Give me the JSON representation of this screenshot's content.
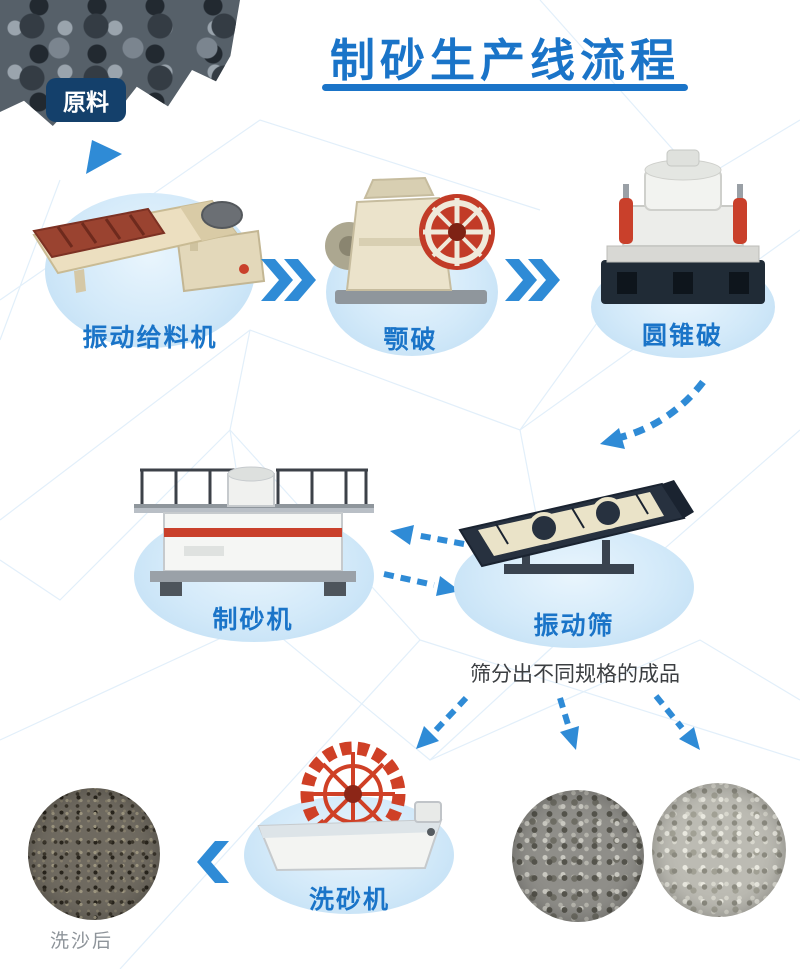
{
  "title": "制砂生产线流程",
  "raw_material": {
    "label": "原料"
  },
  "stages": {
    "feeder": {
      "label": "振动给料机"
    },
    "jaw_crusher": {
      "label": "颚破"
    },
    "cone_crusher": {
      "label": "圆锥破"
    },
    "sand_maker": {
      "label": "制砂机"
    },
    "vibrating_screen": {
      "label": "振动筛"
    },
    "sand_washer": {
      "label": "洗砂机"
    }
  },
  "annotations": {
    "screen_output_note": "筛分出不同规格的成品",
    "washed_sand_label": "洗沙后"
  },
  "colors": {
    "accent_blue": "#1a74c8",
    "arrow_blue": "#2f8bd6",
    "ellipse_blue": "#d2e9f9",
    "badge_navy": "#14406b",
    "machine_red": "#c9402b",
    "machine_beige": "#ebe3cb",
    "machine_navy": "#27313f"
  }
}
